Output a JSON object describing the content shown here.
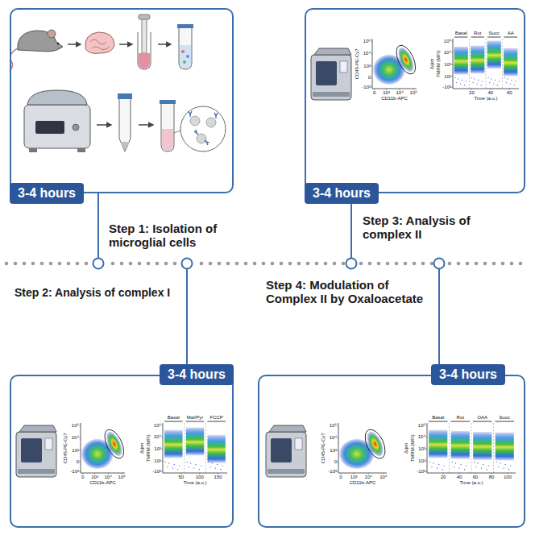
{
  "diagram": {
    "nodes": [
      {
        "text": [
          "3-4 hours"
        ]
      },
      {
        "text": [
          "3-4 hours"
        ]
      },
      {
        "text": [
          "3-4 hours"
        ]
      },
      {
        "text": [
          "3-4 hours"
        ]
      }
    ],
    "labels": [
      "Step 1: Isolation of microglial cells",
      "Step 3: Analysis of complex II",
      "Step 2: Analysis of complex I",
      "Step 4: Modulation of Complex II by Oxaloacetate",
      "CD45-PE-Cy7",
      "10⁵",
      "10⁴",
      "10³",
      "0",
      "-10³",
      "0",
      "10³",
      "10⁴",
      "10⁵",
      "CD11b-APC",
      "Δψm",
      "TMRM (MFI)",
      "10⁵",
      "10⁴",
      "10³",
      "10²",
      "-10²",
      "Basal",
      "Rot",
      "Succ",
      "AA",
      "20",
      "40",
      "60",
      "Time (a.u.)",
      "CD45-PE-Cy7",
      "10⁵",
      "10⁴",
      "10³",
      "0",
      "-10³",
      "0",
      "10³",
      "10⁴",
      "10⁵",
      "CD11b-APC",
      "Δψm",
      "TMRM (MFI)",
      "10⁵",
      "10⁴",
      "10³",
      "10²",
      "-10²",
      "Basal",
      "Mal/Pyr",
      "FCCP",
      "50",
      "100",
      "150",
      "Time (a.u.)",
      "CD45-PE-Cy7",
      "10⁵",
      "10⁴",
      "10³",
      "0",
      "-10³",
      "0",
      "10³",
      "10⁴",
      "10⁵",
      "CD11b-APC",
      "Δψm",
      "TMRM (MFI)",
      "10⁵",
      "10⁴",
      "10³",
      "10²",
      "-10²",
      "Basal",
      "Rot",
      "OAA",
      "Succ",
      "20",
      "40",
      "60",
      "80",
      "100",
      "Time (a.u.)"
    ]
  }
}
